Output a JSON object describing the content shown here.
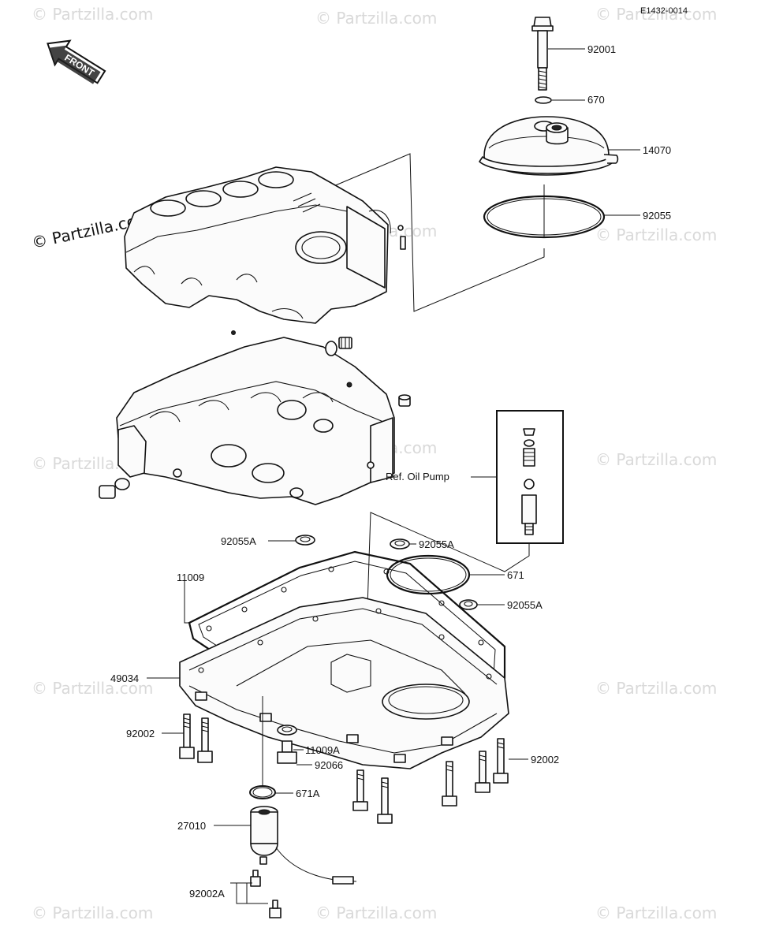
{
  "diagram": {
    "code": "E1432-0014",
    "front_label": "FRONT",
    "watermark": "© Partzilla.com",
    "ref_label": "Ref.  Oil Pump",
    "callouts": {
      "c92001": "92001",
      "c670": "670",
      "c14070": "14070",
      "c92055": "92055",
      "c92055A_left": "92055A",
      "c92055A_mid": "92055A",
      "c92055A_right": "92055A",
      "c11009": "11009",
      "c671": "671",
      "c49034": "49034",
      "c92002_left": "92002",
      "c92002_right": "92002",
      "c11009A": "11009A",
      "c92066": "92066",
      "c671A": "671A",
      "c27010": "27010",
      "c92002A": "92002A"
    }
  }
}
